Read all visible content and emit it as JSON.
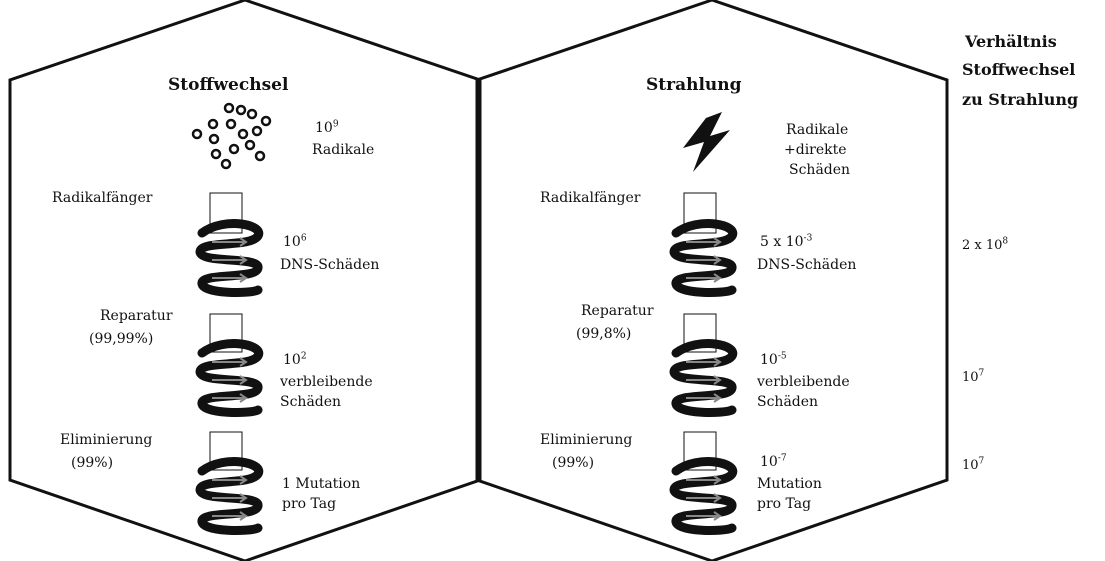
{
  "right": {
    "title": [
      "Verhältnis",
      "Stoffwechsel",
      "zu Strahlung"
    ],
    "ratios": [
      {
        "base": "2 x 10",
        "exp": "8"
      },
      {
        "base": "10",
        "exp": "7"
      },
      {
        "base": "10",
        "exp": "7"
      }
    ]
  },
  "left": {
    "title": "Stoffwechsel",
    "radicals": {
      "base": "10",
      "exp": "9",
      "label": "Radikale"
    },
    "radical_scavenger": "Radikalfänger",
    "damage": {
      "base": "10",
      "exp": "6",
      "label": "DNS-Schäden"
    },
    "repair": {
      "label": "Reparatur",
      "pct": "(99,99%)"
    },
    "remaining": {
      "base": "10",
      "exp": "2",
      "lines": [
        "verbleibende",
        "Schäden"
      ]
    },
    "elimination": {
      "label": "Eliminierung",
      "pct": "(99%)"
    },
    "mutation": {
      "lines": [
        "1 Mutation",
        "pro Tag"
      ]
    }
  },
  "middle": {
    "title": "Strahlung",
    "radicals": {
      "lines": [
        "Radikale",
        "+direkte",
        "Schäden"
      ]
    },
    "radical_scavenger": "Radikalfänger",
    "damage": {
      "base": "5 x 10",
      "exp": "-3",
      "label": "DNS-Schäden"
    },
    "repair": {
      "label": "Reparatur",
      "pct": "(99,8%)"
    },
    "remaining": {
      "base": "10",
      "exp": "-5",
      "lines": [
        "verbleibende",
        "Schäden"
      ]
    },
    "elimination": {
      "label": "Eliminierung",
      "pct": "(99%)"
    },
    "mutation": {
      "base": "10",
      "exp": "-7",
      "lines": [
        "Mutation",
        "pro Tag"
      ]
    }
  }
}
